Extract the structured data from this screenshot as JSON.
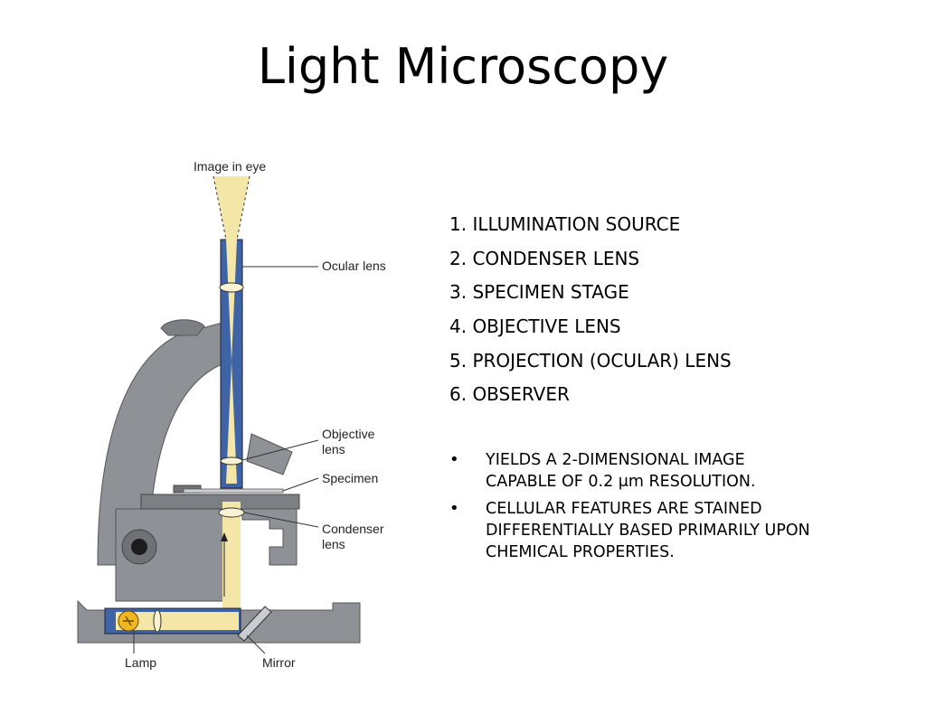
{
  "slide": {
    "title": "Light Microscopy"
  },
  "figure": {
    "labels": {
      "image_in_eye": "Image in eye",
      "ocular_lens": "Ocular lens",
      "objective_lens_1": "Objective",
      "objective_lens_2": "lens",
      "specimen": "Specimen",
      "condenser_lens_1": "Condenser",
      "condenser_lens_2": "lens",
      "lamp": "Lamp",
      "mirror": "Mirror"
    },
    "colors": {
      "body": "#8e9196",
      "body_dark": "#6e7176",
      "tube": "#3f64a6",
      "light": "#f3e6a6"
    }
  },
  "steps": [
    "1.  ILLUMINATION SOURCE",
    "2.  CONDENSER LENS",
    "3.  SPECIMEN STAGE",
    "4.  OBJECTIVE LENS",
    "5.  PROJECTION (OCULAR) LENS",
    "6. OBSERVER"
  ],
  "bullets": [
    {
      "line1": "YIELDS A 2-DIMENSIONAL IMAGE",
      "line2": "CAPABLE OF 0.2 μm RESOLUTION.",
      "line3": ""
    },
    {
      "line1": "CELLULAR FEATURES ARE STAINED",
      "line2": "DIFFERENTIALLY BASED PRIMARILY UPON",
      "line3": "CHEMICAL PROPERTIES."
    }
  ],
  "bullet_symbol": "•"
}
